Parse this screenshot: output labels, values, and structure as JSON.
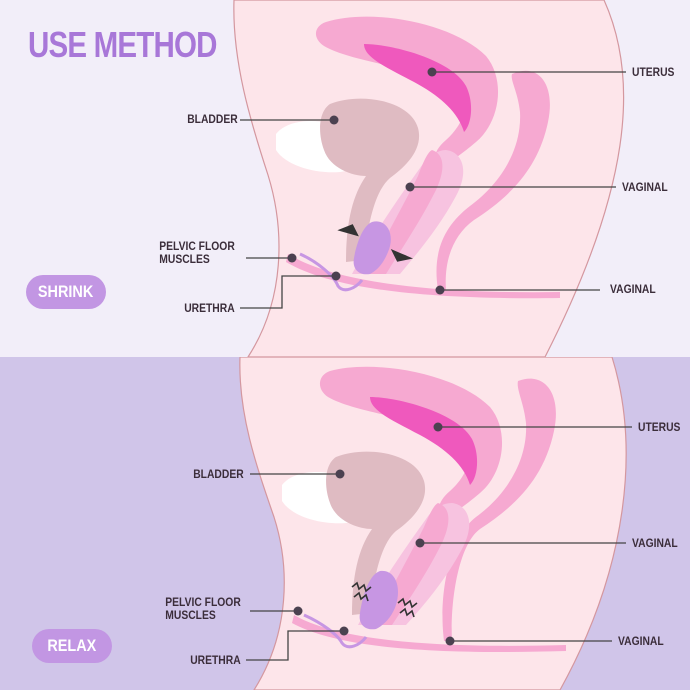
{
  "title": "USE METHOD",
  "colors": {
    "title": "#a877d8",
    "top_background": "#f2eef9",
    "bottom_background": "#d0c5e9",
    "pill": "#c296e3",
    "skin": "#fde5ea",
    "outline": "#d4979f",
    "bladder": "#dfbbc2",
    "organ_pink": "#f6a9d1",
    "organ_light": "#f7c3e0",
    "organ_dark": "#ef59bd",
    "device": "#c796e3",
    "leader_line": "#444444",
    "dot": "#4b4150"
  },
  "panels": [
    {
      "id": "shrink",
      "mode": "SHRINK",
      "labels": {
        "uterus": "UTERUS",
        "bladder": "BLADDER",
        "vaginal_upper": "VAGINAL",
        "pelvic_floor_line1": "PELVIC FLOOR",
        "pelvic_floor_line2": "MUSCLES",
        "vaginal_lower": "VAGINAL",
        "urethra": "URETHRA"
      }
    },
    {
      "id": "relax",
      "mode": "RELAX",
      "labels": {
        "uterus": "UTERUS",
        "bladder": "BLADDER",
        "vaginal_upper": "VAGINAL",
        "pelvic_floor_line1": "PELVIC FLOOR",
        "pelvic_floor_line2": "MUSCLES",
        "vaginal_lower": "VAGINAL",
        "urethra": "URETHRA"
      }
    }
  ]
}
